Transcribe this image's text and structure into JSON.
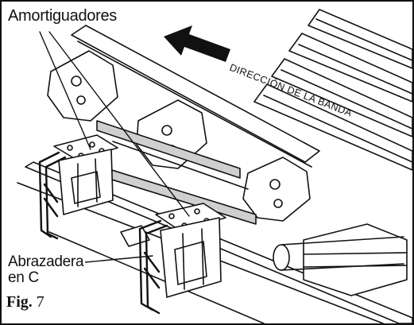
{
  "figure": {
    "label_prefix": "Fig.",
    "label_number": "7",
    "callout_top": "Amortiguadores",
    "callout_bottom_line1": "Abrazadera",
    "callout_bottom_line2": "en C",
    "direction_text": "DIRECCIÓN DE LA BANDA",
    "icon": "direction-arrow-icon"
  },
  "colors": {
    "ink": "#111111",
    "paper": "#ffffff",
    "shade": "#cfcfcf"
  }
}
